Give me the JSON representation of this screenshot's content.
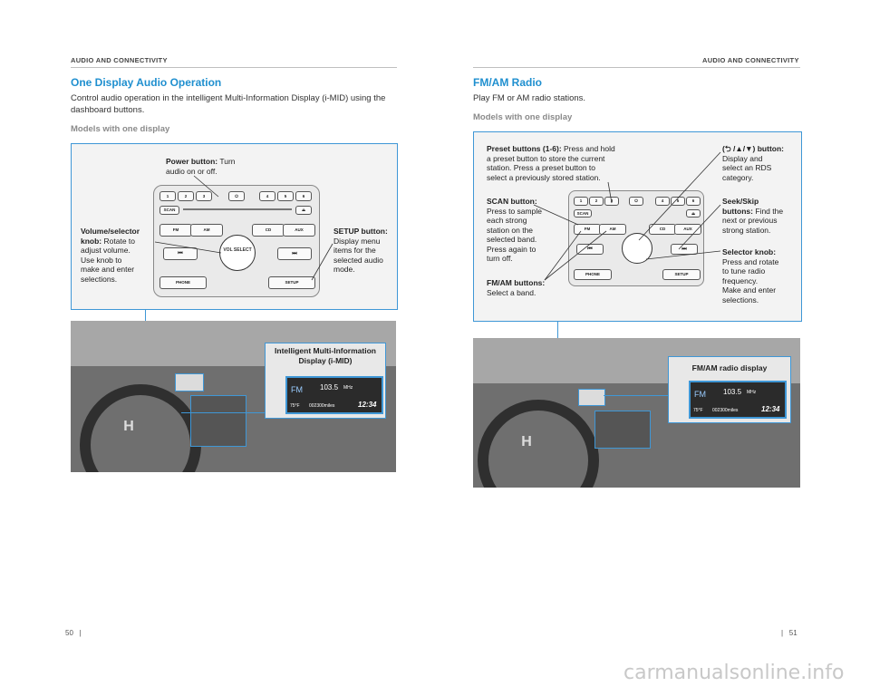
{
  "left": {
    "section_header": "AUDIO AND CONNECTIVITY",
    "title": "One Display Audio Operation",
    "intro_line1": "Control audio operation in the intelligent Multi-Information Display (i-MID) using the",
    "intro_line2": "dashboard buttons.",
    "models": "Models with one display",
    "callouts": {
      "power_label": "Power button:",
      "power_text1": " Turn",
      "power_text2": "audio on or off.",
      "volume_label1": "Volume/selector",
      "volume_label2": "knob:",
      "volume_text": [
        " Rotate to",
        "adjust volume.",
        "Use knob to",
        "make and enter",
        "selections."
      ],
      "setup_label": "SETUP button:",
      "setup_text": [
        "Display menu",
        "items for the",
        "selected audio",
        "mode."
      ],
      "imid_line1": "Intelligent Multi-Information",
      "imid_line2": "Display (i-MID)"
    },
    "page_number": "50",
    "panel_buttons": {
      "presets": [
        "1",
        "2",
        "3",
        "4",
        "5",
        "6"
      ],
      "scan": "SCAN",
      "fm": "FM",
      "am": "AM",
      "cd": "CD",
      "aux": "AUX",
      "knob": "VOL SELECT",
      "phone": "PHONE",
      "setup": "SETUP"
    },
    "display": {
      "freq": "103.5",
      "unit": "MHz",
      "temp": "75°F",
      "odo": "002300miles",
      "time": "12:34"
    }
  },
  "right": {
    "section_header": "AUDIO AND CONNECTIVITY",
    "title": "FM/AM Radio",
    "intro": "Play FM or AM radio stations.",
    "models": "Models with one display",
    "callouts": {
      "preset_label": "Preset buttons (1-6):",
      "preset_text": [
        " Press and hold",
        "a preset button to store the current",
        "station. Press a preset button to",
        "select a previously stored station."
      ],
      "scan_label": "SCAN button:",
      "scan_text": [
        "Press to sample",
        "each strong",
        "station on the",
        "selected band.",
        "Press again to",
        "turn off."
      ],
      "fmam_label": "FM/AM buttons:",
      "fmam_text": "Select a band.",
      "rds_label": "(⮌ /▲/▼) button:",
      "rds_text": [
        "Display and",
        "select an RDS",
        "category."
      ],
      "seek_label1": "Seek/Skip",
      "seek_label2": "buttons:",
      "seek_text": [
        " Find the",
        "next or previous",
        "strong station."
      ],
      "selector_label": "Selector knob:",
      "selector_text": [
        "Press and rotate",
        "to tune radio",
        "frequency.",
        "Make and enter",
        "selections."
      ],
      "radio_display": "FM/AM radio display"
    },
    "page_number": "51"
  },
  "watermark": "carmanualsonline.info"
}
